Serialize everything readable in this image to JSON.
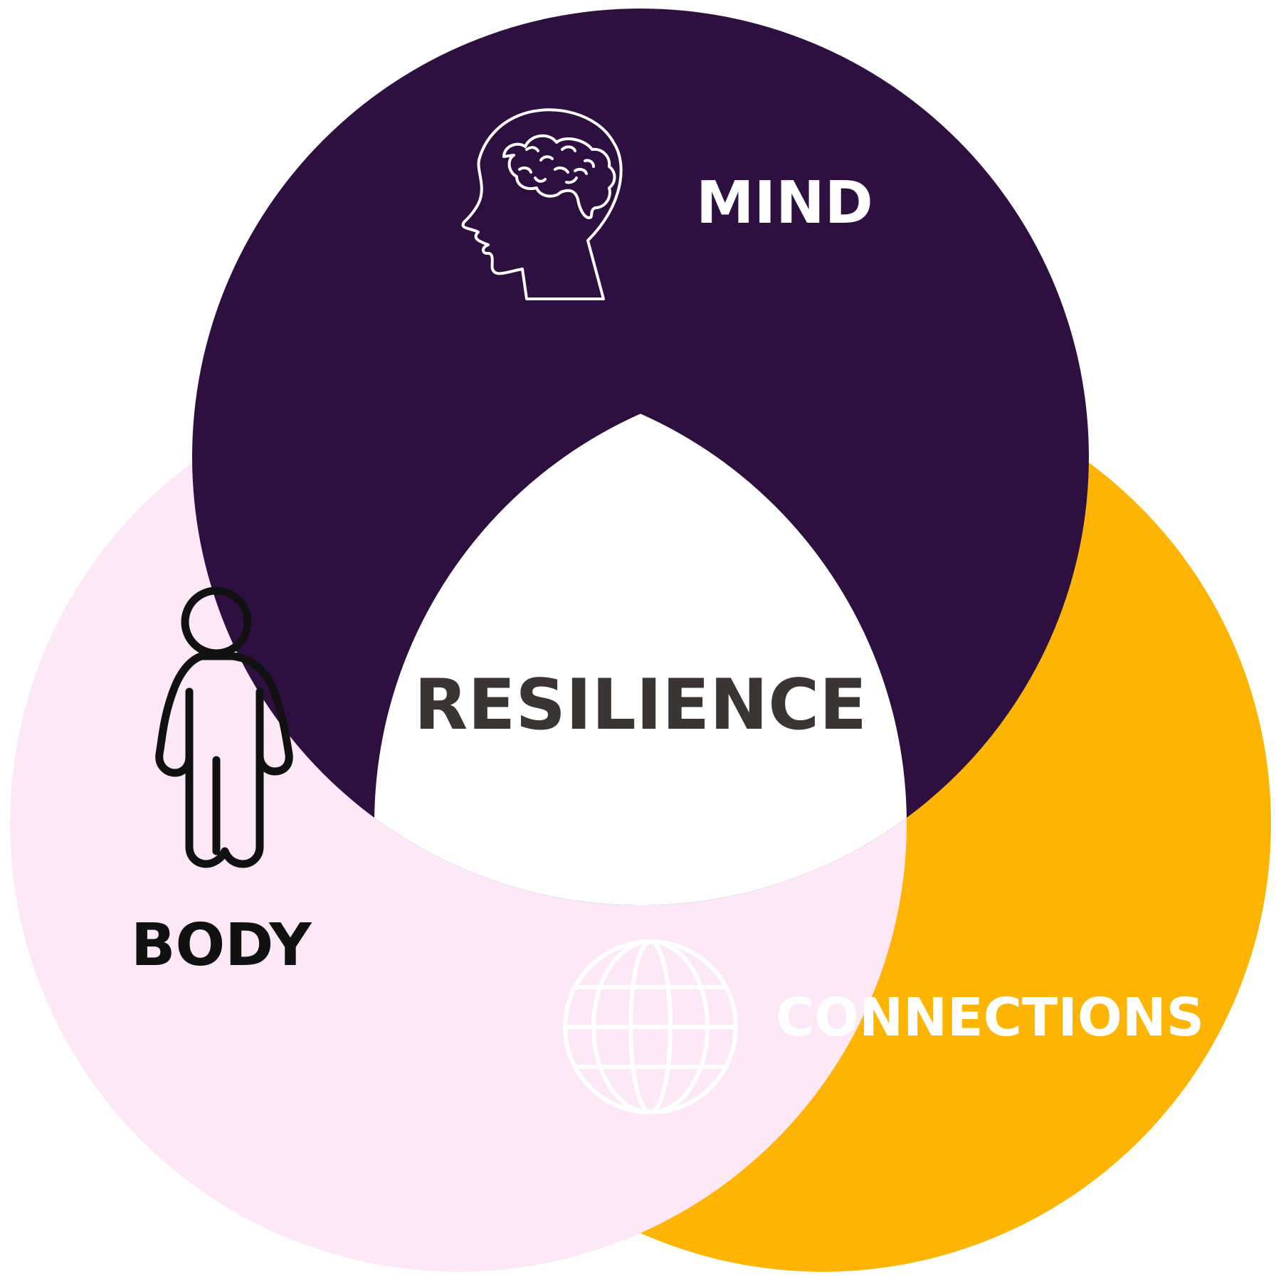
{
  "diagram": {
    "center_label": "RESILIENCE",
    "circles": [
      {
        "id": "mind",
        "label": "MIND",
        "color": "#2d1040",
        "label_color": "#ffffff",
        "icon": "head-brain-icon"
      },
      {
        "id": "body",
        "label": "BODY",
        "color": "#fde8f8",
        "label_color": "#111111",
        "icon": "person-icon"
      },
      {
        "id": "connections",
        "label": "CONNECTIONS",
        "color": "#fdb402",
        "label_color": "#ffffff",
        "icon": "globe-icon"
      }
    ],
    "center_color": "#ffffff",
    "center_label_color": "#3a3433"
  }
}
